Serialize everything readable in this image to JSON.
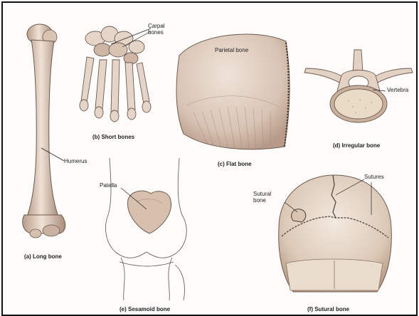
{
  "figure": {
    "long_bone": {
      "caption": "(a) Long bone",
      "label": "Humerus"
    },
    "short_bones": {
      "caption": "(b) Short bones",
      "label": "Carpal\nbones"
    },
    "flat_bone": {
      "caption": "(c) Flat bone",
      "label": "Parietal bone"
    },
    "irregular_bone": {
      "caption": "(d) Irregular bone",
      "label": "Vertebra"
    },
    "sesamoid_bone": {
      "caption": "(e) Sesamoid bone",
      "label": "Patella"
    },
    "sutural_bone": {
      "caption": "(f) Sutural bone",
      "label_sutural": "Sutural\nbone",
      "label_sutures": "Sutures"
    }
  },
  "colors": {
    "bone": "#e8d9cc",
    "bone_shadow": "#b89c8a",
    "bone_dark": "#8a6f60",
    "outline": "#6d5a50"
  }
}
